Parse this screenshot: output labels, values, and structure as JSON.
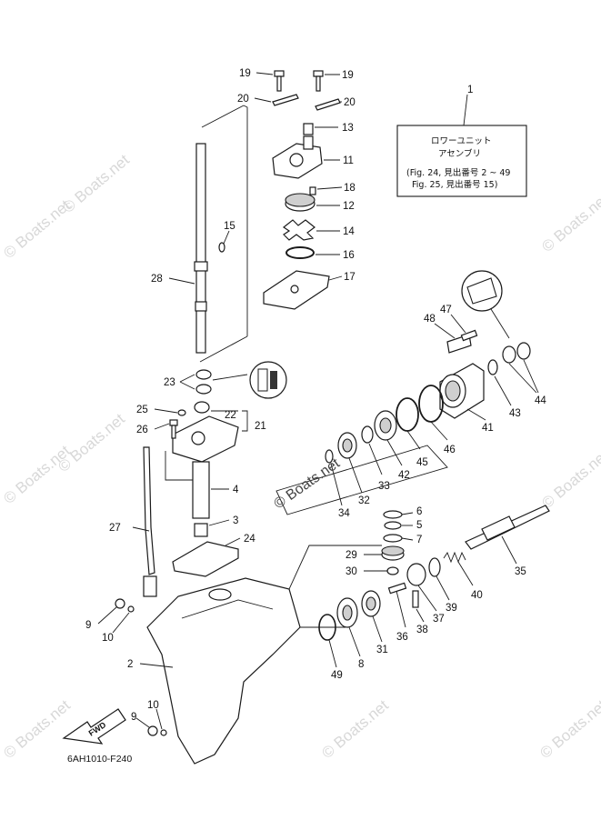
{
  "watermarks": [
    "© Boats.net",
    "© Boats.net",
    "© Boats.net",
    "© Boats.net",
    "© Boats.net",
    "© Boats.net",
    "© Boats.net",
    "© Boats.net",
    "© Boats.net"
  ],
  "assembly_box": {
    "line1": "ロワーユニット",
    "line2": "アセンブリ",
    "line3": "(Fig. 24, 見出番号 2 ~ 49",
    "line4": "Fig. 25, 見出番号 15)"
  },
  "center_watermark": "© Boats.net",
  "fwd_label": "FWD",
  "figure_code": "6AH1010-F240",
  "callouts": {
    "c1": "1",
    "c19a": "19",
    "c19b": "19",
    "c20a": "20",
    "c20b": "20",
    "c13": "13",
    "c11": "11",
    "c18": "18",
    "c12": "12",
    "c14": "14",
    "c15": "15",
    "c16": "16",
    "c28": "28",
    "c17": "17",
    "c47": "47",
    "c48": "48",
    "c23": "23",
    "c25": "25",
    "c22": "22",
    "c21": "21",
    "c26": "26",
    "c44": "44",
    "c43": "43",
    "c41": "41",
    "c46": "46",
    "c45": "45",
    "c42": "42",
    "c33": "33",
    "c32": "32",
    "c34": "34",
    "c4": "4",
    "c3": "3",
    "c27": "27",
    "c24": "24",
    "c6": "6",
    "c5": "5",
    "c7": "7",
    "c29": "29",
    "c30": "30",
    "c35": "35",
    "c40": "40",
    "c39": "39",
    "c37": "37",
    "c38": "38",
    "c36": "36",
    "c31": "31",
    "c8": "8",
    "c49": "49",
    "c9a": "9",
    "c10a": "10",
    "c2": "2",
    "c10b": "10",
    "c9b": "9"
  }
}
